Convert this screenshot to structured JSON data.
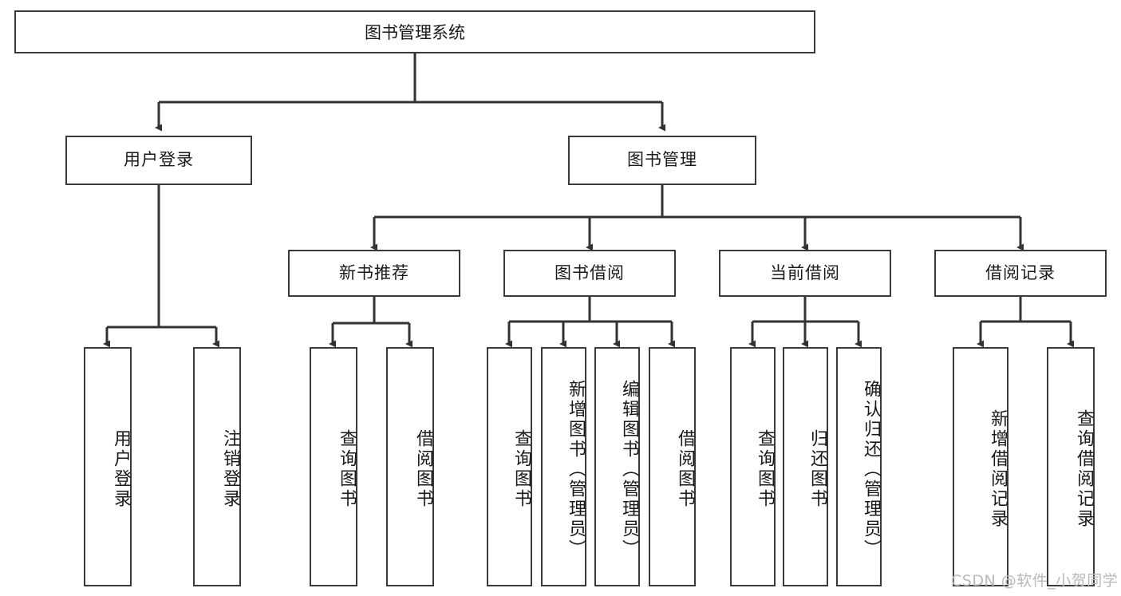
{
  "diagram": {
    "title": "图书管理系统",
    "type": "hierarchy-tree",
    "watermark": "CSDN @软件_小贺同学",
    "colors": {
      "box_border": "#3a3a3a",
      "box_fill": "#ffffff",
      "edge": "#333333",
      "text": "#1a1a1a",
      "watermark": "#b9b9b9",
      "background": "#ffffff"
    },
    "levels": {
      "root": {
        "label": "图书管理系统"
      },
      "level2": [
        {
          "label": "用户登录"
        },
        {
          "label": "图书管理"
        }
      ],
      "level3": [
        {
          "label": "新书推荐"
        },
        {
          "label": "图书借阅"
        },
        {
          "label": "当前借阅"
        },
        {
          "label": "借阅记录"
        }
      ],
      "leaves": [
        {
          "label": "用户登录",
          "parent": "用户登录"
        },
        {
          "label": "注销登录",
          "parent": "用户登录"
        },
        {
          "label": "查询图书",
          "parent": "新书推荐"
        },
        {
          "label": "借阅图书",
          "parent": "新书推荐"
        },
        {
          "label": "查询图书",
          "parent": "图书借阅"
        },
        {
          "label": "新增图书（管理员）",
          "parent": "图书借阅"
        },
        {
          "label": "编辑图书（管理员）",
          "parent": "图书借阅"
        },
        {
          "label": "借阅图书",
          "parent": "图书借阅"
        },
        {
          "label": "查询图书",
          "parent": "当前借阅"
        },
        {
          "label": "归还图书",
          "parent": "当前借阅"
        },
        {
          "label": "确认归还（管理员）",
          "parent": "当前借阅"
        },
        {
          "label": "新增借阅记录",
          "parent": "借阅记录"
        },
        {
          "label": "查询借阅记录",
          "parent": "借阅记录"
        }
      ]
    }
  }
}
